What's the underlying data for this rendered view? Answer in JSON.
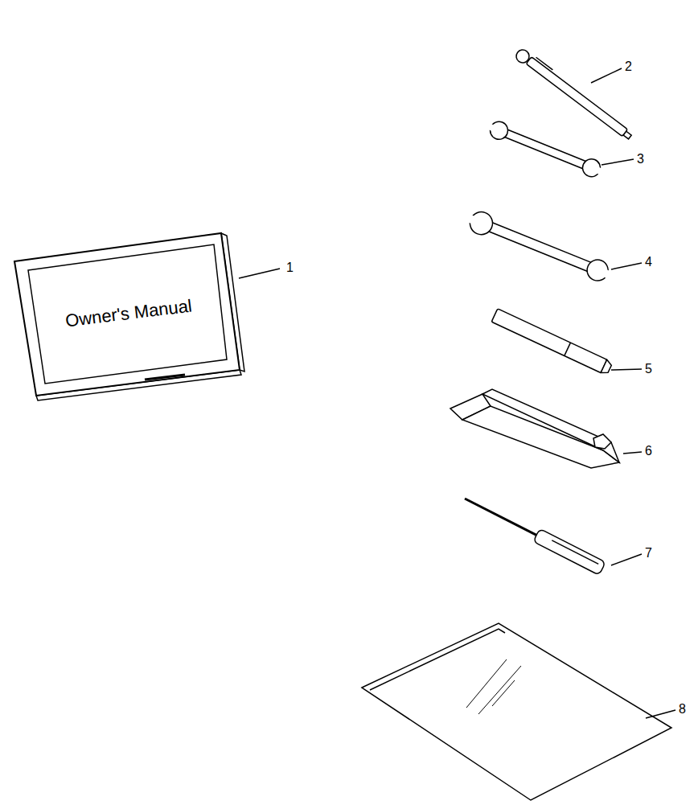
{
  "diagram": {
    "labels": [
      "Owner's Manual",
      "1",
      "2",
      "3",
      "4",
      "5",
      "6",
      "7",
      "8"
    ]
  }
}
